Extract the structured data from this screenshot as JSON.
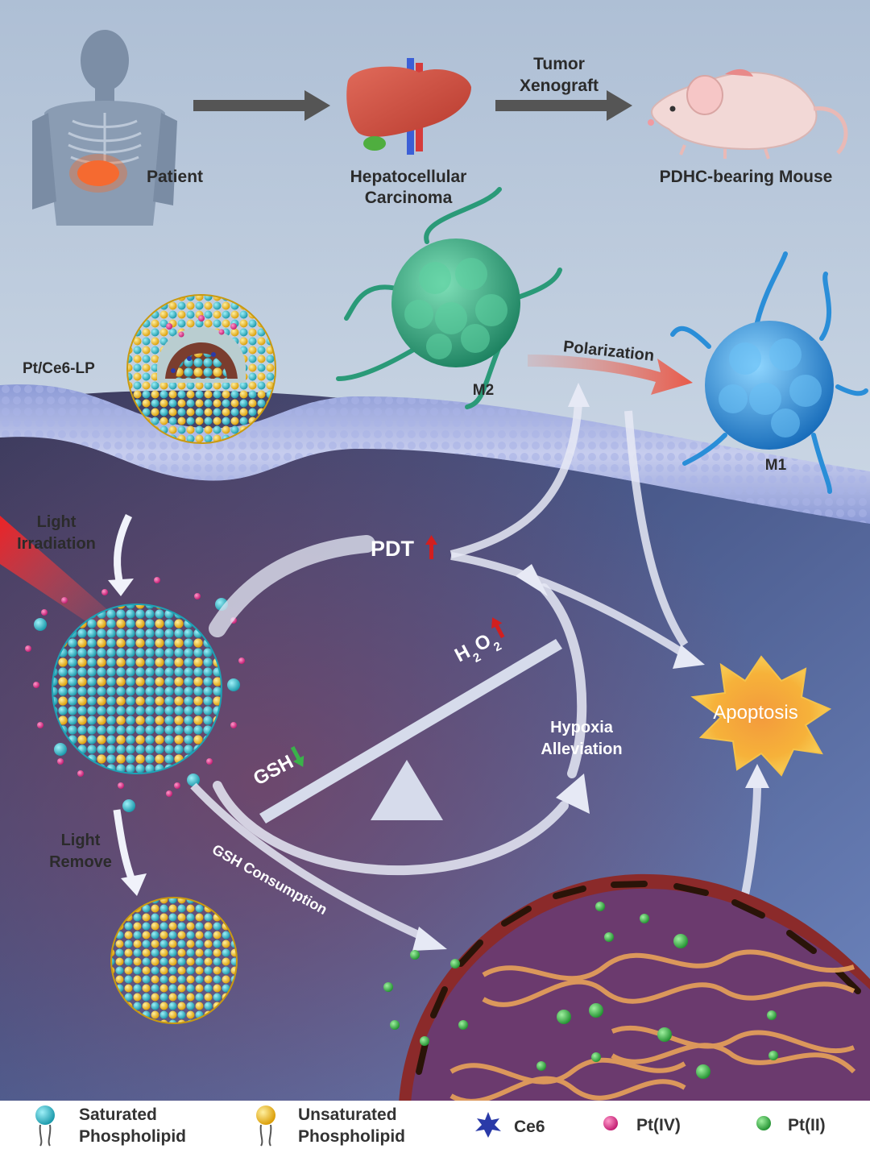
{
  "top_row": {
    "patient": "Patient",
    "hcc_line1": "Hepatocellular",
    "hcc_line2": "Carcinoma",
    "arrow_line1": "Tumor",
    "arrow_line2": "Xenograft",
    "mouse": "PDHC-bearing Mouse"
  },
  "membrane": {
    "liposome": "Pt/Ce6-LP",
    "m2": "M2",
    "m1": "M1",
    "polarization": "Polarization"
  },
  "cell": {
    "light_irr_1": "Light",
    "light_irr_2": "Irradiation",
    "light_rem_1": "Light",
    "light_rem_2": "Remove",
    "pdt": "PDT",
    "h2o2_h": "H",
    "h2o2_2a": "2",
    "h2o2_o": "O",
    "h2o2_2b": "2",
    "gsh": "GSH",
    "hypoxia_1": "Hypoxia",
    "hypoxia_2": "Alleviation",
    "gsh_consumption": "GSH Consumption",
    "apoptosis": "Apoptosis"
  },
  "legend": {
    "sat_1": "Saturated",
    "sat_2": "Phospholipid",
    "unsat_1": "Unsaturated",
    "unsat_2": "Phospholipid",
    "ce6": "Ce6",
    "pt4": "Pt(IV)",
    "pt2": "Pt(II)"
  },
  "colors": {
    "saturated": "#2bb8c8",
    "unsaturated": "#f2c01e",
    "pt4": "#e0338f",
    "pt2": "#3cb043",
    "ce6": "#2a3aa8",
    "m2": "#2a9a78",
    "m1": "#2a8ed8",
    "up_arrow": "#d21f1f",
    "down_arrow": "#3ab24a"
  }
}
